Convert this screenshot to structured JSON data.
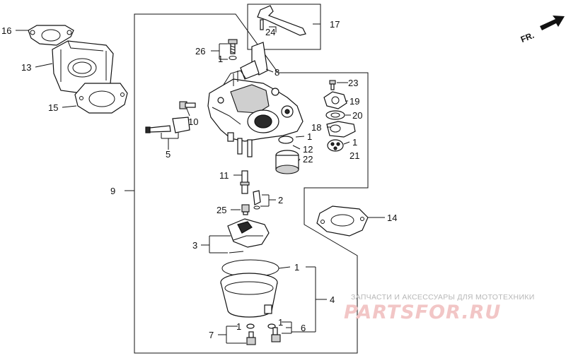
{
  "diagram": {
    "direction_label": "FR.",
    "callouts": {
      "c16": "16",
      "c13": "13",
      "c15": "15",
      "c26": "26",
      "c1_top": "1",
      "c24": "24",
      "c17": "17",
      "c8": "8",
      "c23": "23",
      "c19": "19",
      "c20": "20",
      "c18": "18",
      "c1_21": "1",
      "c21": "21",
      "c10": "10",
      "c5": "5",
      "c1_mid": "1",
      "c12": "12",
      "c22": "22",
      "c9": "9",
      "c11": "11",
      "c2": "2",
      "c25": "25",
      "c14": "14",
      "c3": "3",
      "c1_bowl": "1",
      "c4": "4",
      "c7": "7",
      "c1_bot": "1",
      "c1_right": "1",
      "c6": "6"
    }
  },
  "watermark": {
    "tagline": "ЗАПЧАСТИ И АКСЕССУАРЫ ДЛЯ МОТОТЕХНИКИ",
    "logo": "PARTSFOR.RU"
  }
}
